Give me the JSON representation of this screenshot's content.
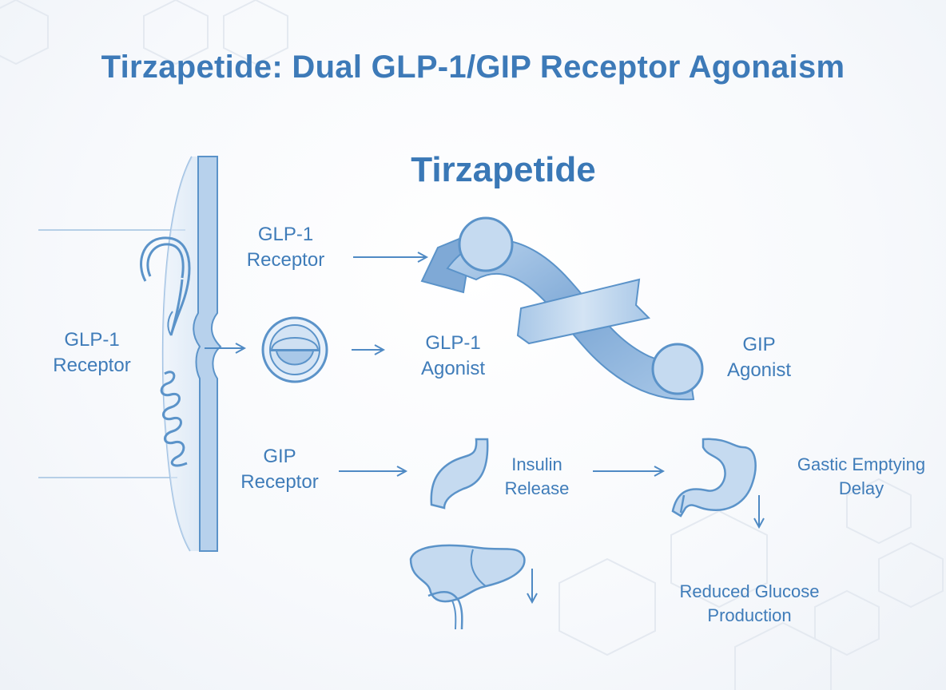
{
  "title": "Tirzapetide: Dual GLP-1/GIP Receptor Agonaism",
  "subtitle": "Tirzapetide",
  "labels": {
    "glp1_receptor_left": [
      "GLP-1",
      "Receptor"
    ],
    "glp1_receptor_top": [
      "GLP-1",
      "Receptor"
    ],
    "glp1_agonist": [
      "GLP-1",
      "Agonist"
    ],
    "gip_agonist": [
      "GIP",
      "Agonist"
    ],
    "gip_receptor": [
      "GIP",
      "Receptor"
    ],
    "insulin_release": [
      "Insulin",
      "Release"
    ],
    "gastric_delay": [
      "Gastic Emptying",
      "Delay"
    ],
    "reduced_glucose": [
      "Reduced Glucose",
      "Production"
    ]
  },
  "colors": {
    "primary": "#3d7ab8",
    "fill_light": "#cfe0f2",
    "fill_mid": "#a9c8e8",
    "stroke": "#5b93c9"
  }
}
